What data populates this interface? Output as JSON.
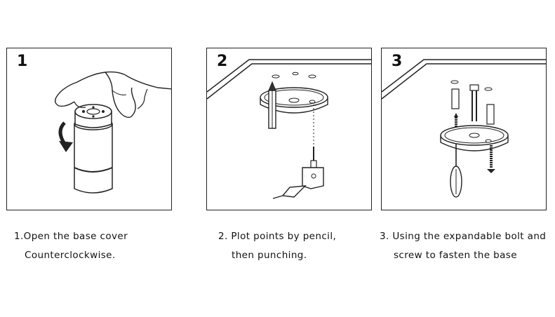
{
  "steps": [
    {
      "number": "1",
      "caption_line1": "1.Open the base cover",
      "caption_line2": "Counterclockwise."
    },
    {
      "number": "2",
      "caption_line1": "2. Plot points by pencil,",
      "caption_line2": "then punching."
    },
    {
      "number": "3",
      "caption_line1": "3. Using the expandable bolt and",
      "caption_line2": "screw to fasten the base"
    }
  ],
  "colors": {
    "line": "#222222",
    "fill_light": "#ffffff",
    "fill_dark": "#333333"
  }
}
